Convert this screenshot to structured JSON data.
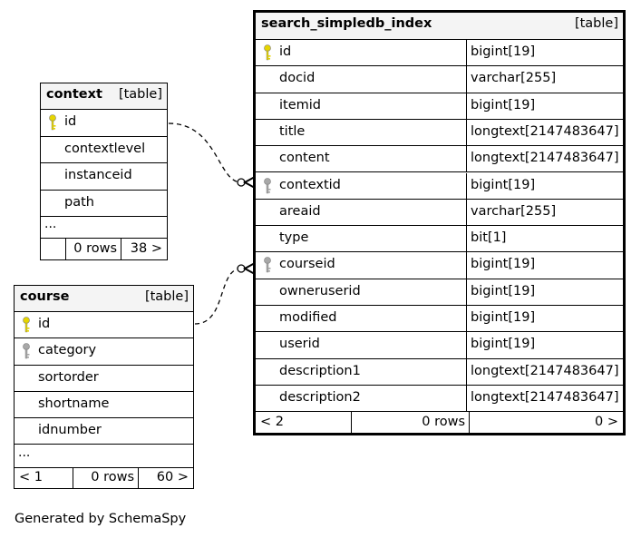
{
  "tables": {
    "search": {
      "name": "search_simpledb_index",
      "kind": "[table]",
      "columns": [
        {
          "name": "id",
          "type": "bigint[19]",
          "key": "primary"
        },
        {
          "name": "docid",
          "type": "varchar[255]",
          "key": "none"
        },
        {
          "name": "itemid",
          "type": "bigint[19]",
          "key": "none"
        },
        {
          "name": "title",
          "type": "longtext[2147483647]",
          "key": "none"
        },
        {
          "name": "content",
          "type": "longtext[2147483647]",
          "key": "none"
        },
        {
          "name": "contextid",
          "type": "bigint[19]",
          "key": "foreign"
        },
        {
          "name": "areaid",
          "type": "varchar[255]",
          "key": "none"
        },
        {
          "name": "type",
          "type": "bit[1]",
          "key": "none"
        },
        {
          "name": "courseid",
          "type": "bigint[19]",
          "key": "foreign"
        },
        {
          "name": "owneruserid",
          "type": "bigint[19]",
          "key": "none"
        },
        {
          "name": "modified",
          "type": "bigint[19]",
          "key": "none"
        },
        {
          "name": "userid",
          "type": "bigint[19]",
          "key": "none"
        },
        {
          "name": "description1",
          "type": "longtext[2147483647]",
          "key": "none"
        },
        {
          "name": "description2",
          "type": "longtext[2147483647]",
          "key": "none"
        }
      ],
      "footer": {
        "parents": "< 2",
        "rows": "0 rows",
        "children": "0 >"
      }
    },
    "context": {
      "name": "context",
      "kind": "[table]",
      "columns": [
        {
          "name": "id",
          "key": "primary"
        },
        {
          "name": "contextlevel",
          "key": "none"
        },
        {
          "name": "instanceid",
          "key": "none"
        },
        {
          "name": "path",
          "key": "none"
        }
      ],
      "more": "...",
      "footer": {
        "parents": "",
        "rows": "0 rows",
        "children": "38 >"
      }
    },
    "course": {
      "name": "course",
      "kind": "[table]",
      "columns": [
        {
          "name": "id",
          "key": "primary"
        },
        {
          "name": "category",
          "key": "foreign"
        },
        {
          "name": "sortorder",
          "key": "none"
        },
        {
          "name": "shortname",
          "key": "none"
        },
        {
          "name": "idnumber",
          "key": "none"
        }
      ],
      "more": "...",
      "footer": {
        "parents": "< 1",
        "rows": "0 rows",
        "children": "60 >"
      }
    }
  },
  "colors": {
    "primary_key": "#e6d500",
    "foreign_key": "#a8a8a8",
    "header_bg": "#f4f4f4"
  },
  "icons": {
    "primary_key": "key-icon",
    "foreign_key": "key-icon"
  },
  "credit": "Generated by SchemaSpy"
}
